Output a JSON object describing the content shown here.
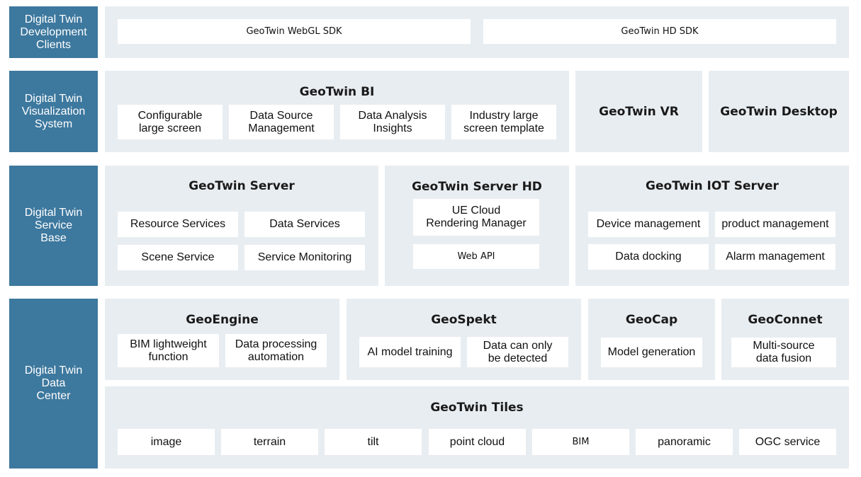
{
  "layers": {
    "clients": {
      "label": "Digital Twin\nDevelopment\nClients",
      "sdk_webgl": "GeoTwin WebGL SDK",
      "sdk_hd": "GeoTwin HD SDK"
    },
    "visualization": {
      "label": "Digital Twin\nVisualization\nSystem",
      "bi": {
        "title": "GeoTwin BI",
        "items": [
          "Configurable\nlarge screen",
          "Data Source\nManagement",
          "Data Analysis\nInsights",
          "Industry large\nscreen template"
        ]
      },
      "vr": "GeoTwin VR",
      "desktop": "GeoTwin Desktop"
    },
    "service": {
      "label": "Digital Twin\nService\nBase",
      "server": {
        "title": "GeoTwin Server",
        "items": [
          "Resource Services",
          "Data Services",
          "Scene Service",
          "Service Monitoring"
        ]
      },
      "server_hd": {
        "title": "GeoTwin Server HD",
        "items": [
          "UE Cloud\nRendering Manager",
          "Web API"
        ]
      },
      "iot": {
        "title": "GeoTwin IOT Server",
        "items": [
          "Device management",
          "product management",
          "Data docking",
          "Alarm management"
        ]
      }
    },
    "data_center": {
      "label": "Digital Twin\nData\nCenter",
      "geoengine": {
        "title": "GeoEngine",
        "items": [
          "BIM lightweight\nfunction",
          "Data processing\nautomation"
        ]
      },
      "geospekt": {
        "title": "GeoSpekt",
        "items": [
          "AI model training",
          "Data can only\nbe detected"
        ]
      },
      "geocap": {
        "title": "GeoCap",
        "items": [
          "Model generation"
        ]
      },
      "geoconnet": {
        "title": "GeoConnet",
        "items": [
          "Multi-source\ndata fusion"
        ]
      },
      "tiles": {
        "title": "GeoTwin Tiles",
        "items": [
          "image",
          "terrain",
          "tilt",
          "point cloud",
          "BIM",
          "panoramic",
          "OGC service"
        ]
      }
    }
  }
}
